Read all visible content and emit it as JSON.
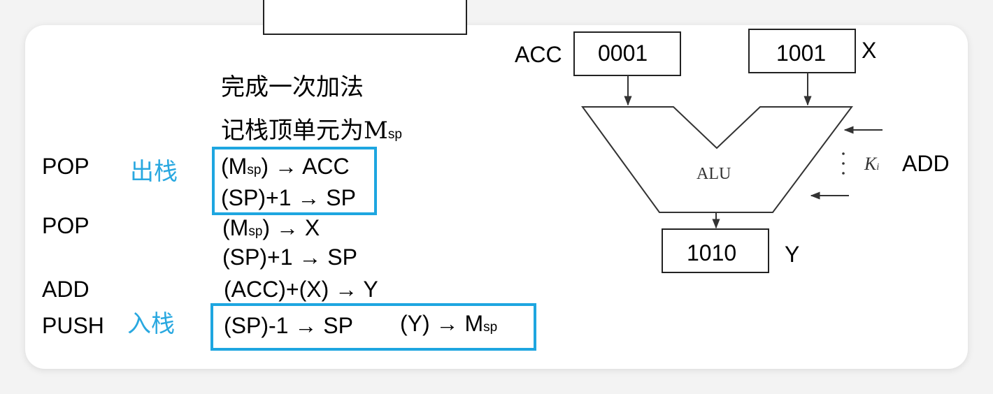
{
  "notes": {
    "line1": "完成一次加法",
    "line2_prefix": "记栈顶单元为M",
    "line2_sub": "sp"
  },
  "program": {
    "pop1": {
      "mnemonic": "POP",
      "cn_label": "出栈",
      "op1_a": "(M",
      "op1_sub": "sp",
      "op1_b": ") → ACC",
      "op2": "(SP)+1 → SP"
    },
    "pop2": {
      "mnemonic": "POP",
      "op1_a": "(M",
      "op1_sub": "sp",
      "op1_b": ") → X",
      "op2": "(SP)+1 → SP"
    },
    "add": {
      "mnemonic": "ADD",
      "op": "(ACC)+(X) → Y"
    },
    "push": {
      "mnemonic": "PUSH",
      "cn_label": "入栈",
      "op1": "(SP)-1 → SP",
      "op2_a": "(Y) → M",
      "op2_sub": "sp"
    }
  },
  "alu_diagram": {
    "acc_label": "ACC",
    "acc_value": "0001",
    "x_label": "X",
    "x_value": "1001",
    "alu_label": "ALU",
    "control_label": "K",
    "control_sub": "i",
    "op_label": "ADD",
    "y_value": "1010",
    "y_label": "Y"
  },
  "colors": {
    "highlight": "#1ea6e0",
    "cn_label": "#29a8e0"
  }
}
